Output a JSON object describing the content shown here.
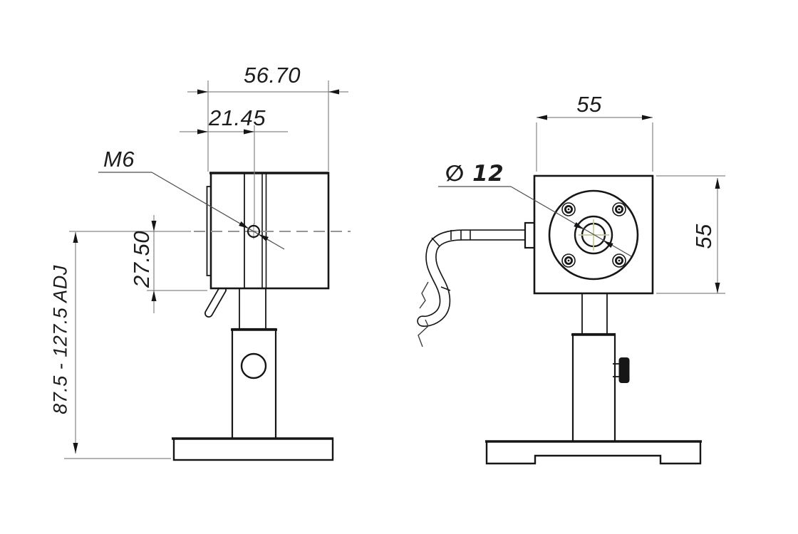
{
  "colors": {
    "outline": "#161616",
    "thin_line": "#1f1f1f",
    "dimension_line": "#868686",
    "leader_line": "#4d4d4d",
    "centerline": "#979797",
    "crosshair": "#c9c999",
    "text": "#1c1c1c",
    "background": "#ffffff"
  },
  "side_view": {
    "dim_total_width": "56.70",
    "dim_hole_offset": "21.45",
    "thread_label": "M6",
    "dim_center_height": "27.50",
    "dim_post_height": "87.5 - 127.5 ADJ"
  },
  "front_view": {
    "dim_width": "55",
    "dim_height": "55",
    "aperture_label": "∅ 12"
  }
}
